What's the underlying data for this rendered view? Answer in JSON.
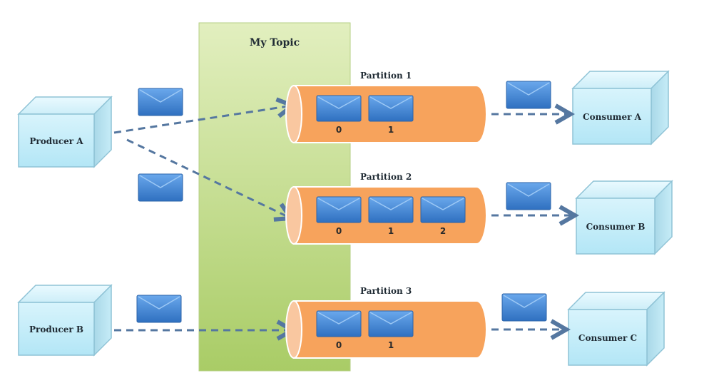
{
  "topic": {
    "title": "My Topic",
    "color": "#c2d98a"
  },
  "producers": [
    {
      "id": "producer-a",
      "label": "Producer A"
    },
    {
      "id": "producer-b",
      "label": "Producer B"
    }
  ],
  "partitions": [
    {
      "id": "partition-1",
      "label": "Partition 1",
      "offsets": [
        "0",
        "1"
      ]
    },
    {
      "id": "partition-2",
      "label": "Partition 2",
      "offsets": [
        "0",
        "1",
        "2"
      ]
    },
    {
      "id": "partition-3",
      "label": "Partition 3",
      "offsets": [
        "0",
        "1"
      ]
    }
  ],
  "consumers": [
    {
      "id": "consumer-a",
      "label": "Consumer A"
    },
    {
      "id": "consumer-b",
      "label": "Consumer B"
    },
    {
      "id": "consumer-c",
      "label": "Consumer C"
    }
  ],
  "colors": {
    "box": "#c6effa",
    "partition": "#f7a35c",
    "message": "#3f85d0",
    "arrow": "#5577a0"
  }
}
